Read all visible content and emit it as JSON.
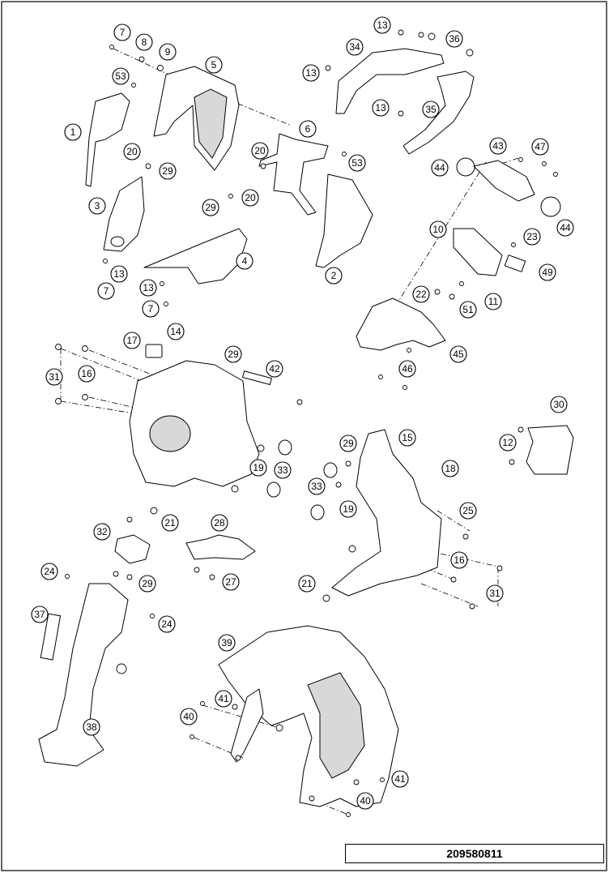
{
  "diagram": {
    "drawing_number": "209580811",
    "callouts": [
      {
        "id": "c7a",
        "label": "7"
      },
      {
        "id": "c8",
        "label": "8"
      },
      {
        "id": "c9",
        "label": "9"
      },
      {
        "id": "c5",
        "label": "5"
      },
      {
        "id": "c53a",
        "label": "53"
      },
      {
        "id": "c1",
        "label": "1"
      },
      {
        "id": "c20a",
        "label": "20"
      },
      {
        "id": "c29a",
        "label": "29"
      },
      {
        "id": "c3",
        "label": "3"
      },
      {
        "id": "c13a",
        "label": "13"
      },
      {
        "id": "c7b",
        "label": "7"
      },
      {
        "id": "c29b",
        "label": "29"
      },
      {
        "id": "c20b",
        "label": "20"
      },
      {
        "id": "c4",
        "label": "4"
      },
      {
        "id": "c13b",
        "label": "13"
      },
      {
        "id": "c7c",
        "label": "7"
      },
      {
        "id": "c6",
        "label": "6"
      },
      {
        "id": "c20c",
        "label": "20"
      },
      {
        "id": "c53b",
        "label": "53"
      },
      {
        "id": "c2",
        "label": "2"
      },
      {
        "id": "c13c",
        "label": "13"
      },
      {
        "id": "c34",
        "label": "34"
      },
      {
        "id": "c13d",
        "label": "13"
      },
      {
        "id": "c36",
        "label": "36"
      },
      {
        "id": "c13e",
        "label": "13"
      },
      {
        "id": "c35",
        "label": "35"
      },
      {
        "id": "c43",
        "label": "43"
      },
      {
        "id": "c47",
        "label": "47"
      },
      {
        "id": "c44a",
        "label": "44"
      },
      {
        "id": "c44b",
        "label": "44"
      },
      {
        "id": "c10",
        "label": "10"
      },
      {
        "id": "c23",
        "label": "23"
      },
      {
        "id": "c49",
        "label": "49"
      },
      {
        "id": "c22",
        "label": "22"
      },
      {
        "id": "c11",
        "label": "11"
      },
      {
        "id": "c51",
        "label": "51"
      },
      {
        "id": "c45",
        "label": "45"
      },
      {
        "id": "c46",
        "label": "46"
      },
      {
        "id": "c17",
        "label": "17"
      },
      {
        "id": "c14",
        "label": "14"
      },
      {
        "id": "c29c",
        "label": "29"
      },
      {
        "id": "c42",
        "label": "42"
      },
      {
        "id": "c31a",
        "label": "31"
      },
      {
        "id": "c16a",
        "label": "16"
      },
      {
        "id": "c19a",
        "label": "19"
      },
      {
        "id": "c33a",
        "label": "33"
      },
      {
        "id": "c21a",
        "label": "21"
      },
      {
        "id": "c30",
        "label": "30"
      },
      {
        "id": "c12",
        "label": "12"
      },
      {
        "id": "c29d",
        "label": "29"
      },
      {
        "id": "c15",
        "label": "15"
      },
      {
        "id": "c18",
        "label": "18"
      },
      {
        "id": "c33b",
        "label": "33"
      },
      {
        "id": "c19b",
        "label": "19"
      },
      {
        "id": "c25",
        "label": "25"
      },
      {
        "id": "c16b",
        "label": "16"
      },
      {
        "id": "c21b",
        "label": "21"
      },
      {
        "id": "c31b",
        "label": "31"
      },
      {
        "id": "c32",
        "label": "32"
      },
      {
        "id": "c28",
        "label": "28"
      },
      {
        "id": "c24a",
        "label": "24"
      },
      {
        "id": "c29e",
        "label": "29"
      },
      {
        "id": "c27",
        "label": "27"
      },
      {
        "id": "c37",
        "label": "37"
      },
      {
        "id": "c24b",
        "label": "24"
      },
      {
        "id": "c38",
        "label": "38"
      },
      {
        "id": "c39",
        "label": "39"
      },
      {
        "id": "c41a",
        "label": "41"
      },
      {
        "id": "c40a",
        "label": "40"
      },
      {
        "id": "c41b",
        "label": "41"
      },
      {
        "id": "c40b",
        "label": "40"
      }
    ]
  }
}
